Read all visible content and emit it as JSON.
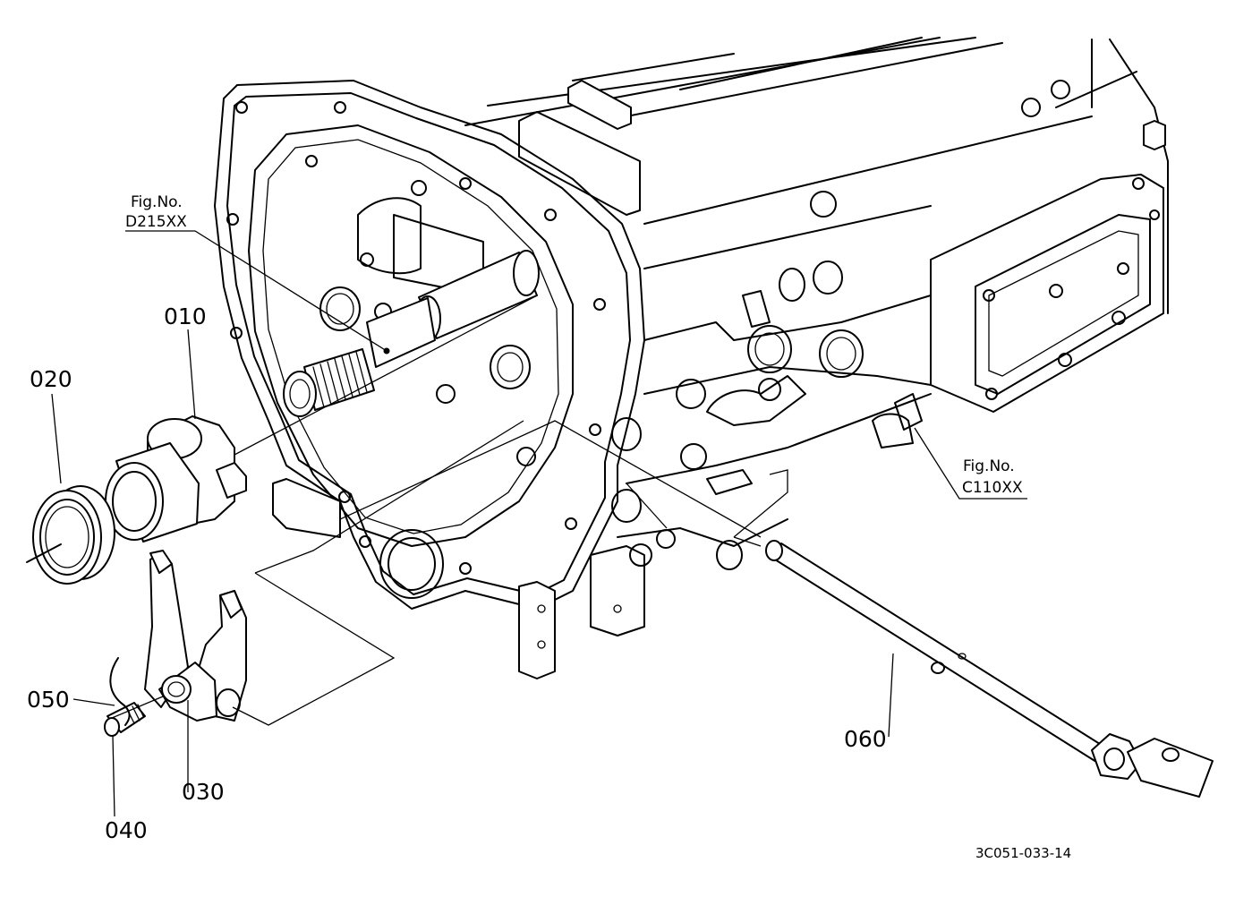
{
  "callouts": {
    "p010": "010",
    "p020": "020",
    "p030": "030",
    "p040": "040",
    "p050": "050",
    "p060": "060"
  },
  "references": {
    "fig_label": "Fig.No.",
    "ref_top": "D215XX",
    "ref_right": "C110XX"
  },
  "drawing_code": "3C051-033-14"
}
